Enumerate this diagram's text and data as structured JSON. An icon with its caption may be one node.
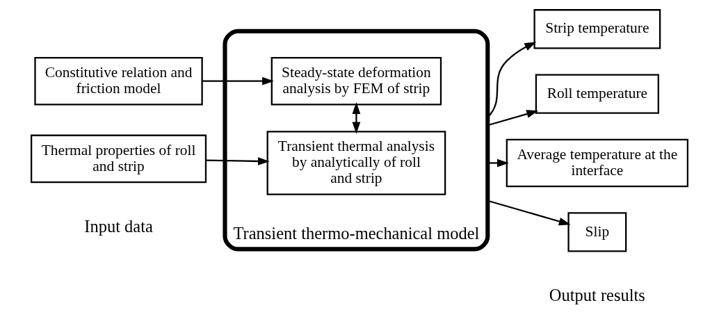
{
  "diagram": {
    "nodes": [
      {
        "text": [
          "Transient thermo-mechanical model"
        ]
      },
      {
        "text": [
          "Constitutive relation and friction model"
        ]
      },
      {
        "text": [
          "Thermal properties of roll and strip"
        ]
      },
      {
        "text": [
          "Steady-state deformation analysis by FEM of strip"
        ],
        "in": 0
      },
      {
        "text": [
          "Transient thermal analysis by analytically of roll and strip"
        ],
        "in": 0
      },
      {
        "text": [
          "Strip temperature"
        ]
      },
      {
        "text": [
          "Roll temperature"
        ]
      },
      {
        "text": [
          "Average temperature at the interface"
        ]
      },
      {
        "text": [
          "Slip"
        ]
      }
    ],
    "edges": [
      {
        "from": 1,
        "to": 3,
        "arrow": "to"
      },
      {
        "from": 2,
        "to": 4,
        "arrow": "to"
      },
      {
        "from": 3,
        "to": 4,
        "arrow": "both"
      },
      {
        "from": 0,
        "to": 5,
        "arrow": "to"
      },
      {
        "from": 0,
        "to": 6,
        "arrow": "to"
      },
      {
        "from": 0,
        "to": 7,
        "arrow": "to"
      },
      {
        "from": 0,
        "to": 8,
        "arrow": "to"
      }
    ],
    "labels": [
      "Input data",
      "Output results"
    ]
  }
}
